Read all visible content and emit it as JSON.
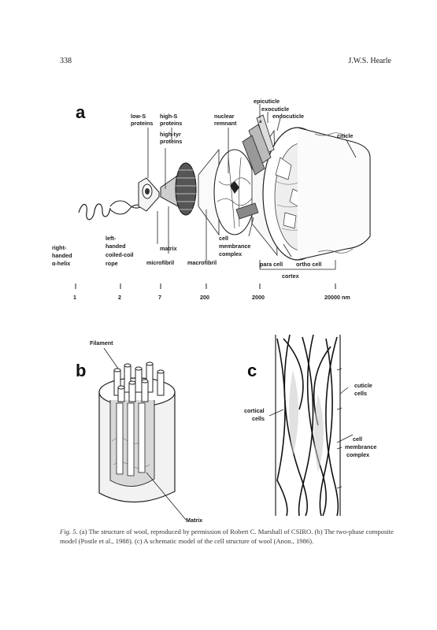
{
  "header": {
    "page_number": "338",
    "author": "J.W.S. Hearle"
  },
  "figure": {
    "panel_a": {
      "letter": "a",
      "labels": {
        "epicuticle": "epicuticle",
        "exocuticle": "exocuticle",
        "endocuticle": "endocuticle",
        "cuticle": "citicle",
        "low_s_1": "low-S",
        "low_s_2": "proteins",
        "high_s_1": "high-S",
        "high_s_2": "proteins",
        "high_tyr_1": "high-tyr",
        "high_tyr_2": "proteins",
        "nuclear_1": "nuclear",
        "nuclear_2": "remnant",
        "right_helix_1": "right-",
        "right_helix_2": "handed",
        "right_helix_3": "α-helix",
        "left_coil_1": "left-",
        "left_coil_2": "handed",
        "left_coil_3": "coiled-coil",
        "left_coil_4": "rope",
        "matrix": "matrix",
        "microfibril": "microfibril",
        "macrofibril": "macrofibril",
        "cmc_1": "cell",
        "cmc_2": "membrance",
        "cmc_3": "complex",
        "para_cell": "para cell",
        "ortho_cell": "ortho cell",
        "cortex": "cortex",
        "a_small": "a"
      },
      "scale": [
        "1",
        "2",
        "7",
        "200",
        "2000",
        "20000 nm"
      ]
    },
    "panel_b": {
      "letter": "b",
      "filament": "Filament",
      "matrix": "Matrix"
    },
    "panel_c": {
      "letter": "c",
      "cuticle_1": "cuticle",
      "cuticle_2": "cells",
      "cortical_1": "cortical",
      "cortical_2": "cells",
      "cmc_1": "cell",
      "cmc_2": "membrance",
      "cmc_3": "complex"
    }
  },
  "caption": {
    "prefix": "Fig. 5.",
    "text": "(a) The structure of wool, reproduced by permission of Robert C. Marshall of CSIRO. (b) The two-phase composite model (Postle et al., 1988). (c) A schematic model of the cell structure of wool (Anon., 1986)."
  }
}
